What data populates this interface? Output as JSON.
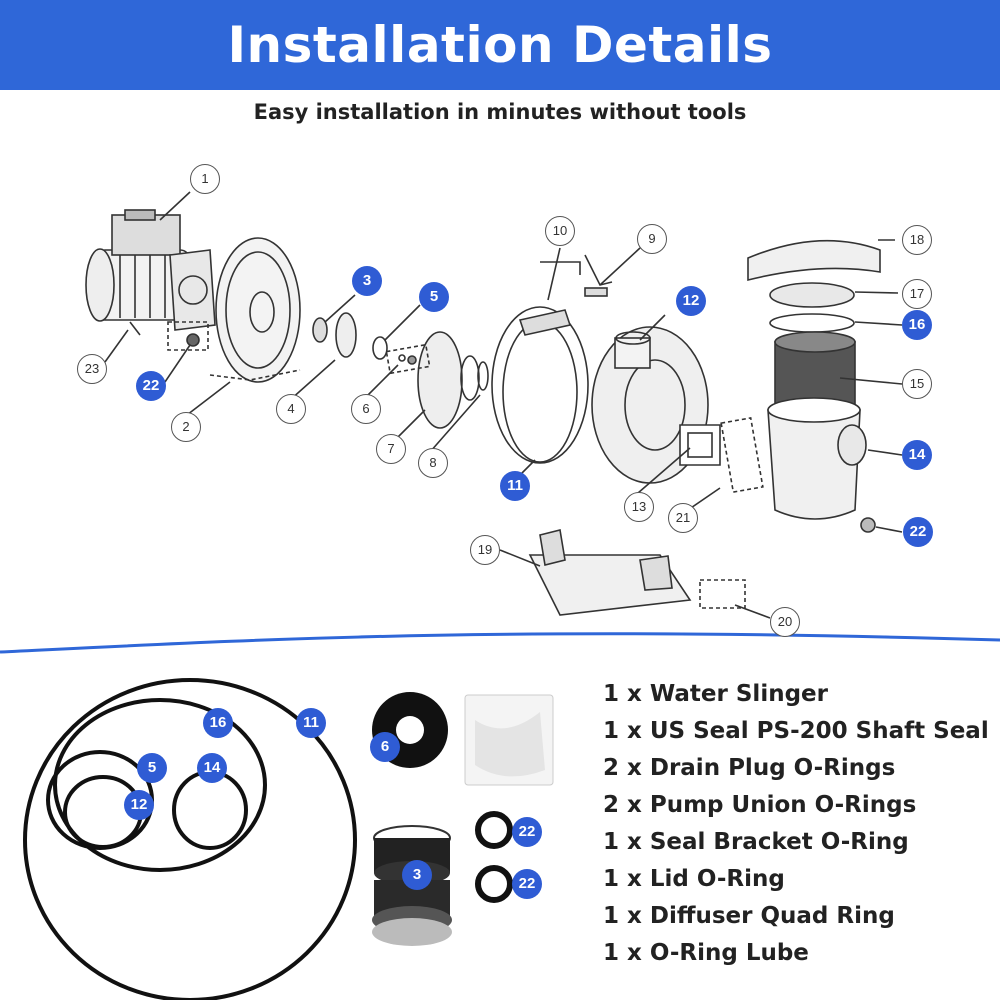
{
  "header": {
    "title": "Installation Details",
    "subtitle": "Easy installation in minutes without tools"
  },
  "colors": {
    "accent": "#2f67d8",
    "callout_blue": "#2f5cd4",
    "divider": "#2f67d8"
  },
  "callouts": {
    "c1": "1",
    "c2": "2",
    "c3": "3",
    "c4": "4",
    "c5": "5",
    "c6": "6",
    "c7": "7",
    "c8": "8",
    "c9": "9",
    "c10": "10",
    "c11": "11",
    "c12": "12",
    "c13": "13",
    "c14": "14",
    "c15": "15",
    "c16": "16",
    "c17": "17",
    "c18": "18",
    "c19": "19",
    "c20": "20",
    "c21": "21",
    "c22a": "22",
    "c22b": "22",
    "c23": "23"
  },
  "kit_callouts": {
    "k16": "16",
    "k11": "11",
    "k5": "5",
    "k14": "14",
    "k12": "12",
    "k6": "6",
    "k3": "3",
    "k22a": "22",
    "k22b": "22"
  },
  "parts_list": [
    "1 x Water Slinger",
    "1 x US Seal PS-200 Shaft Seal",
    "2 x Drain Plug O-Rings",
    "2 x Pump Union O-Rings",
    "1 x Seal Bracket O-Ring",
    "1 x Lid O-Ring",
    "1 x Diffuser Quad Ring",
    "1 x O-Ring Lube"
  ]
}
